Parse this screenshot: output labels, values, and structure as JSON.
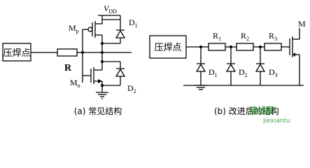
{
  "diagram_a": {
    "pad_label": "压焊点",
    "vdd_label_main": "V",
    "vdd_label_sub": "DD",
    "pmos_label_main": "M",
    "pmos_label_sub": "p",
    "nmos_label_main": "M",
    "nmos_label_sub": "n",
    "d1_label_main": "D",
    "d1_label_sub": "1",
    "d2_label_main": "D",
    "d2_label_sub": "2",
    "resistor_label": "R",
    "caption": "(a) 常见结构"
  },
  "diagram_b": {
    "pad_label": "压焊点",
    "r1_main": "R",
    "r1_sub": "1",
    "r2_main": "R",
    "r2_sub": "2",
    "r3_main": "R",
    "r3_sub": "3",
    "d1_main": "D",
    "d1_sub": "1",
    "d2_main": "D",
    "d2_sub": "2",
    "d3_main": "D",
    "d3_sub": "3",
    "m_label": "M",
    "caption_prefix": "(b) ",
    "caption_visible": "改进后的结构"
  },
  "watermark": {
    "text_cn": "接线图",
    "text_en": "jiexiantu",
    "color": "#2e8b2e"
  }
}
